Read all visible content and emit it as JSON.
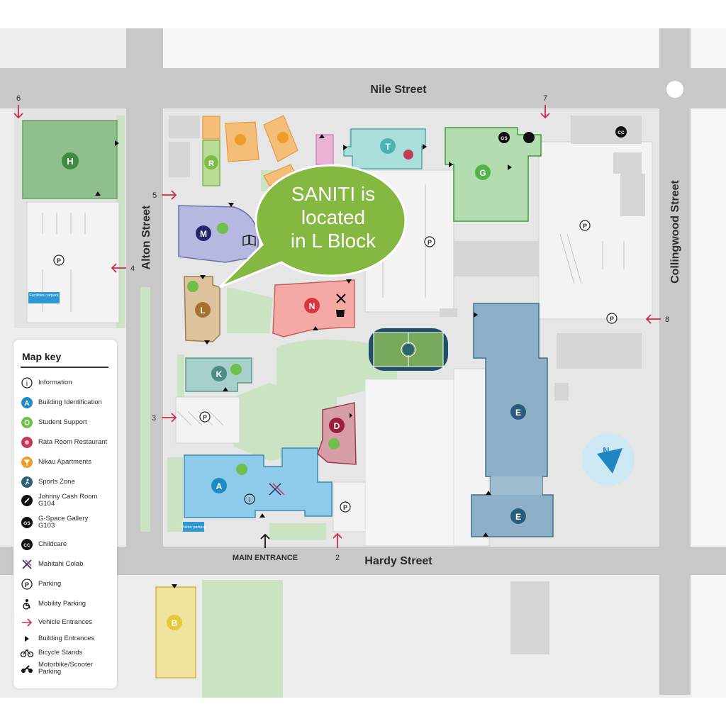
{
  "streets": {
    "nile": "Nile Street",
    "alton": "Alton Street",
    "collingwood": "Collingwood Street",
    "hardy": "Hardy Street"
  },
  "main_entrance": "MAIN ENTRANCE",
  "vehicle_entrance_numbers": [
    "2",
    "3",
    "4",
    "5",
    "6",
    "7",
    "8"
  ],
  "callout": {
    "line1": "SANITI is",
    "line2": "located",
    "line3": "in L Block",
    "color": "#84b840"
  },
  "buildings": {
    "A": "A",
    "B": "B",
    "D": "D",
    "E": "E",
    "G": "G",
    "H": "H",
    "K": "K",
    "L": "L",
    "M": "M",
    "N": "N",
    "R": "R",
    "T": "T"
  },
  "carpark_labels": {
    "facilities": "Facilities carpark",
    "visitor": "Visitor parking"
  },
  "badges": {
    "gs": "GS",
    "cc": "CC",
    "parking": "P",
    "info": "i",
    "compass": "N"
  },
  "legend": {
    "title": "Map key",
    "items": [
      {
        "icon": "info-icon",
        "label": "Information"
      },
      {
        "icon": "building-id-icon",
        "label": "Building Identification"
      },
      {
        "icon": "student-support-icon",
        "label": "Student Support"
      },
      {
        "icon": "rata-room-icon",
        "label": "Rata Room Restaurant"
      },
      {
        "icon": "nikau-apartments-icon",
        "label": "Nikau Apartments"
      },
      {
        "icon": "sports-zone-icon",
        "label": "Sports Zone"
      },
      {
        "icon": "johnny-cash-room-icon",
        "label": "Johnny Cash Room\nG104"
      },
      {
        "icon": "g-space-gallery-icon",
        "label": "G-Space Gallery\nG103"
      },
      {
        "icon": "childcare-icon",
        "label": "Childcare"
      },
      {
        "icon": "mahitahi-colab-icon",
        "label": "Mahitahi Colab"
      },
      {
        "icon": "parking-icon",
        "label": "Parking"
      },
      {
        "icon": "mobility-parking-icon",
        "label": "Mobility Parking"
      },
      {
        "icon": "vehicle-entrance-icon",
        "label": "Vehicle Entrances"
      },
      {
        "icon": "building-entrance-icon",
        "label": "Building Entrances"
      },
      {
        "icon": "bicycle-stand-icon",
        "label": "Bicycle Stands"
      },
      {
        "icon": "motorbike-parking-icon",
        "label": "Motorbike/Scooter\nParking"
      }
    ],
    "legend_letter": "A",
    "legend_gs": "GS",
    "legend_cc": "CC"
  },
  "colors": {
    "road": "#c8c8c8",
    "block": "#ededed",
    "grass": "#c9e3c3",
    "arrow": "#d22c4b",
    "building_A": "#8ecbeb",
    "building_E": "#8db0c8",
    "building_N": "#f4a9a5",
    "building_G": "#b3dcb0",
    "building_H": "#8fbf8c",
    "building_T": "#a9dedd",
    "building_M": "#b7b8df",
    "building_K": "#a8d0cb",
    "building_L": "#dcc39d",
    "building_D": "#d69fa7",
    "building_B": "#f0e39e",
    "nikau": "#f5be78",
    "student_support": "#6fbf4a",
    "rata_room": "#c13b57",
    "sports_zone": "#2e6173"
  }
}
